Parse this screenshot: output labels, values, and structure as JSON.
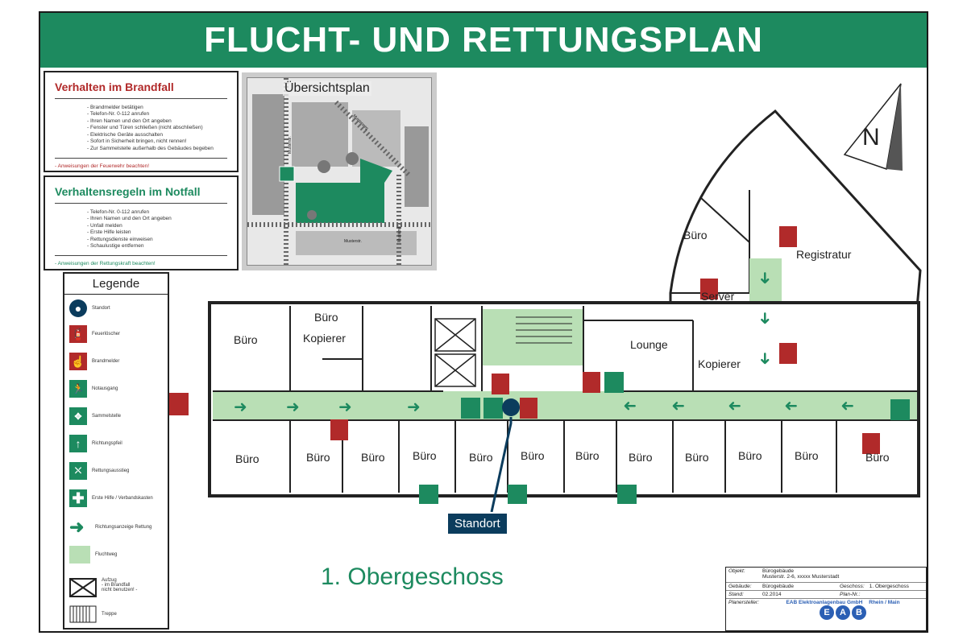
{
  "title": "FLUCHT- UND RETTUNGSPLAN",
  "brandfall": {
    "heading": "Verhalten im Brandfall",
    "items": [
      "- Brandmelder betätigen",
      "- Telefon-Nr. 0-112 anrufen",
      "- Ihren Namen und den Ort angeben",
      "- Fenster und Türen schließen (nicht abschließen)",
      "- Elektrische Geräte ausschalten",
      "- Sofort in Sicherheit bringen, nicht rennen!",
      "- Zur Sammelstelle außerhalb des Gebäudes begeben"
    ],
    "note": "- Anweisungen der Feuerwehr beachten!"
  },
  "notfall": {
    "heading": "Verhaltensregeln im Notfall",
    "items": [
      "- Telefon-Nr. 0-112 anrufen",
      "- Ihren Namen und den Ort angeben",
      "- Unfall melden",
      "- Erste Hilfe leisten",
      "- Rettungsdienste einweisen",
      "- Schaulustige entfernen"
    ],
    "note": "- Anweisungen der Rettungskraft beachten!"
  },
  "overview": {
    "title": "Übersichtsplan",
    "street1": "Musterstr.",
    "street2": "Musterweg",
    "street3": "Musterstr.",
    "street4": "Musterstr."
  },
  "legend": {
    "title": "Legende",
    "items": [
      {
        "label": "Standort",
        "icon": "standort-icon"
      },
      {
        "label": "Feuerlöscher",
        "icon": "fire-extinguisher-icon"
      },
      {
        "label": "Brandmelder",
        "icon": "fire-alarm-icon"
      },
      {
        "label": "Notausgang",
        "icon": "emergency-exit-icon"
      },
      {
        "label": "Sammelstelle",
        "icon": "assembly-point-icon"
      },
      {
        "label": "Richtungspfeil",
        "icon": "arrow-up-icon"
      },
      {
        "label": "Rettungsausstieg",
        "icon": "rescue-exit-icon"
      },
      {
        "label": "Erste Hilfe / Verbandskasten",
        "icon": "first-aid-icon"
      },
      {
        "label": "Richtungsanzeige Rettung",
        "icon": "arrow-right-icon"
      },
      {
        "label": "Fluchtweg",
        "icon": "escape-route-swatch"
      },
      {
        "label": "Aufzug",
        "icon": "elevator-icon"
      },
      {
        "label": "Treppe",
        "icon": "stairs-icon"
      }
    ],
    "aufzug_note1": "- im Brandfall",
    "aufzug_note2": "nicht benutzen! -"
  },
  "rooms": {
    "buero": "Büro",
    "kopierer": "Kopierer",
    "lounge": "Lounge",
    "server": "Server",
    "registratur": "Registratur"
  },
  "standort_label": "Standort",
  "floor": "1. Obergeschoss",
  "north": "N",
  "info": {
    "objekt_label": "Objekt:",
    "objekt_value1": "Bürogebäude",
    "objekt_value2": "Musterstr. 2-6, xxxxx Musterstadt",
    "gebaeude_label": "Gebäude:",
    "gebaeude_value": "Bürogebäude",
    "geschoss_label": "Geschoss:",
    "geschoss_value": "1. Obergeschoss",
    "stand_label": "Stand:",
    "stand_value": "02.2014",
    "plannr_label": "Plan-Nr.:",
    "planersteller_label": "Planersteller:",
    "company": "EAB Elektroanlagenbau GmbH",
    "region": "Rhein / Main",
    "logo": [
      "E",
      "A",
      "B"
    ]
  },
  "colors": {
    "green": "#1d8a5f",
    "red": "#b12a2a",
    "escape": "#b9dfb5",
    "blue": "#0b3c5d"
  }
}
